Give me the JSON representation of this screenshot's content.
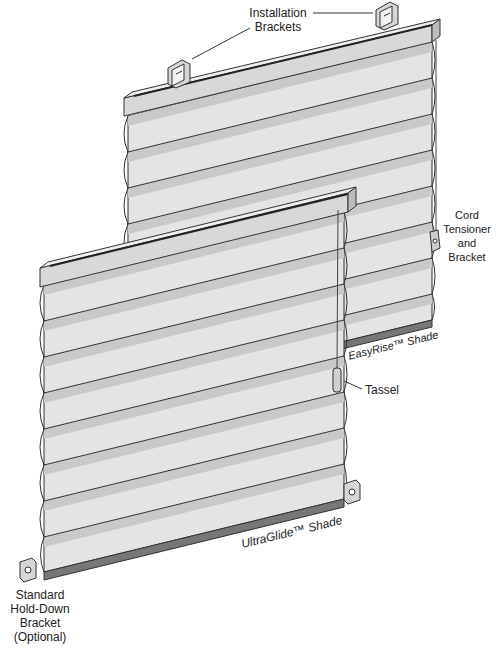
{
  "diagram": {
    "labels": [
      "Installation Brackets",
      "Cord Tensioner and Bracket",
      "Tassel",
      "EasyRise™ Shade",
      "UltraGlide™ Shade",
      "Standard Hold-Down Bracket (Optional)"
    ]
  }
}
